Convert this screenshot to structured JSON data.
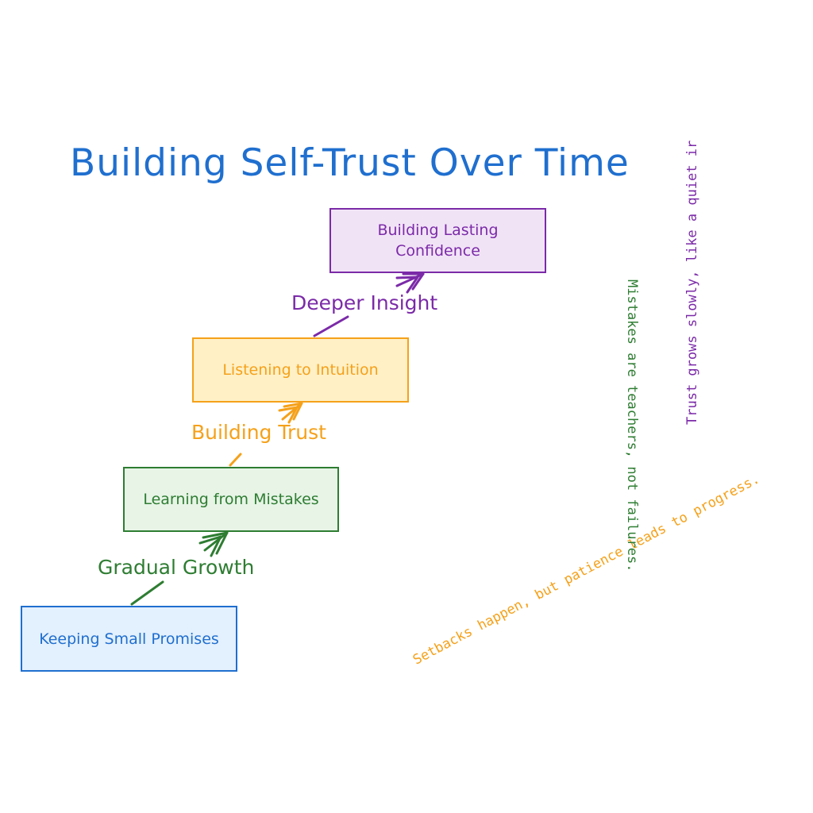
{
  "title": "Building Self-Trust Over Time",
  "steps": [
    {
      "label": "Keeping Small Promises"
    },
    {
      "label": "Learning from Mistakes"
    },
    {
      "label": "Listening to Intuition"
    },
    {
      "label": "Building Lasting Confidence"
    }
  ],
  "transitions": [
    {
      "label": "Gradual Growth"
    },
    {
      "label": "Building Trust"
    },
    {
      "label": "Deeper Insight"
    }
  ],
  "notes": [
    {
      "text": "Setbacks happen, but patience leads to progress."
    },
    {
      "text": "Mistakes are teachers, not failures."
    },
    {
      "text": "Trust grows slowly, like a quiet ir"
    }
  ],
  "colors": {
    "blue": "#1f6fcf",
    "green": "#2e7d32",
    "orange": "#f5a11a",
    "purple": "#7b2aa8"
  }
}
